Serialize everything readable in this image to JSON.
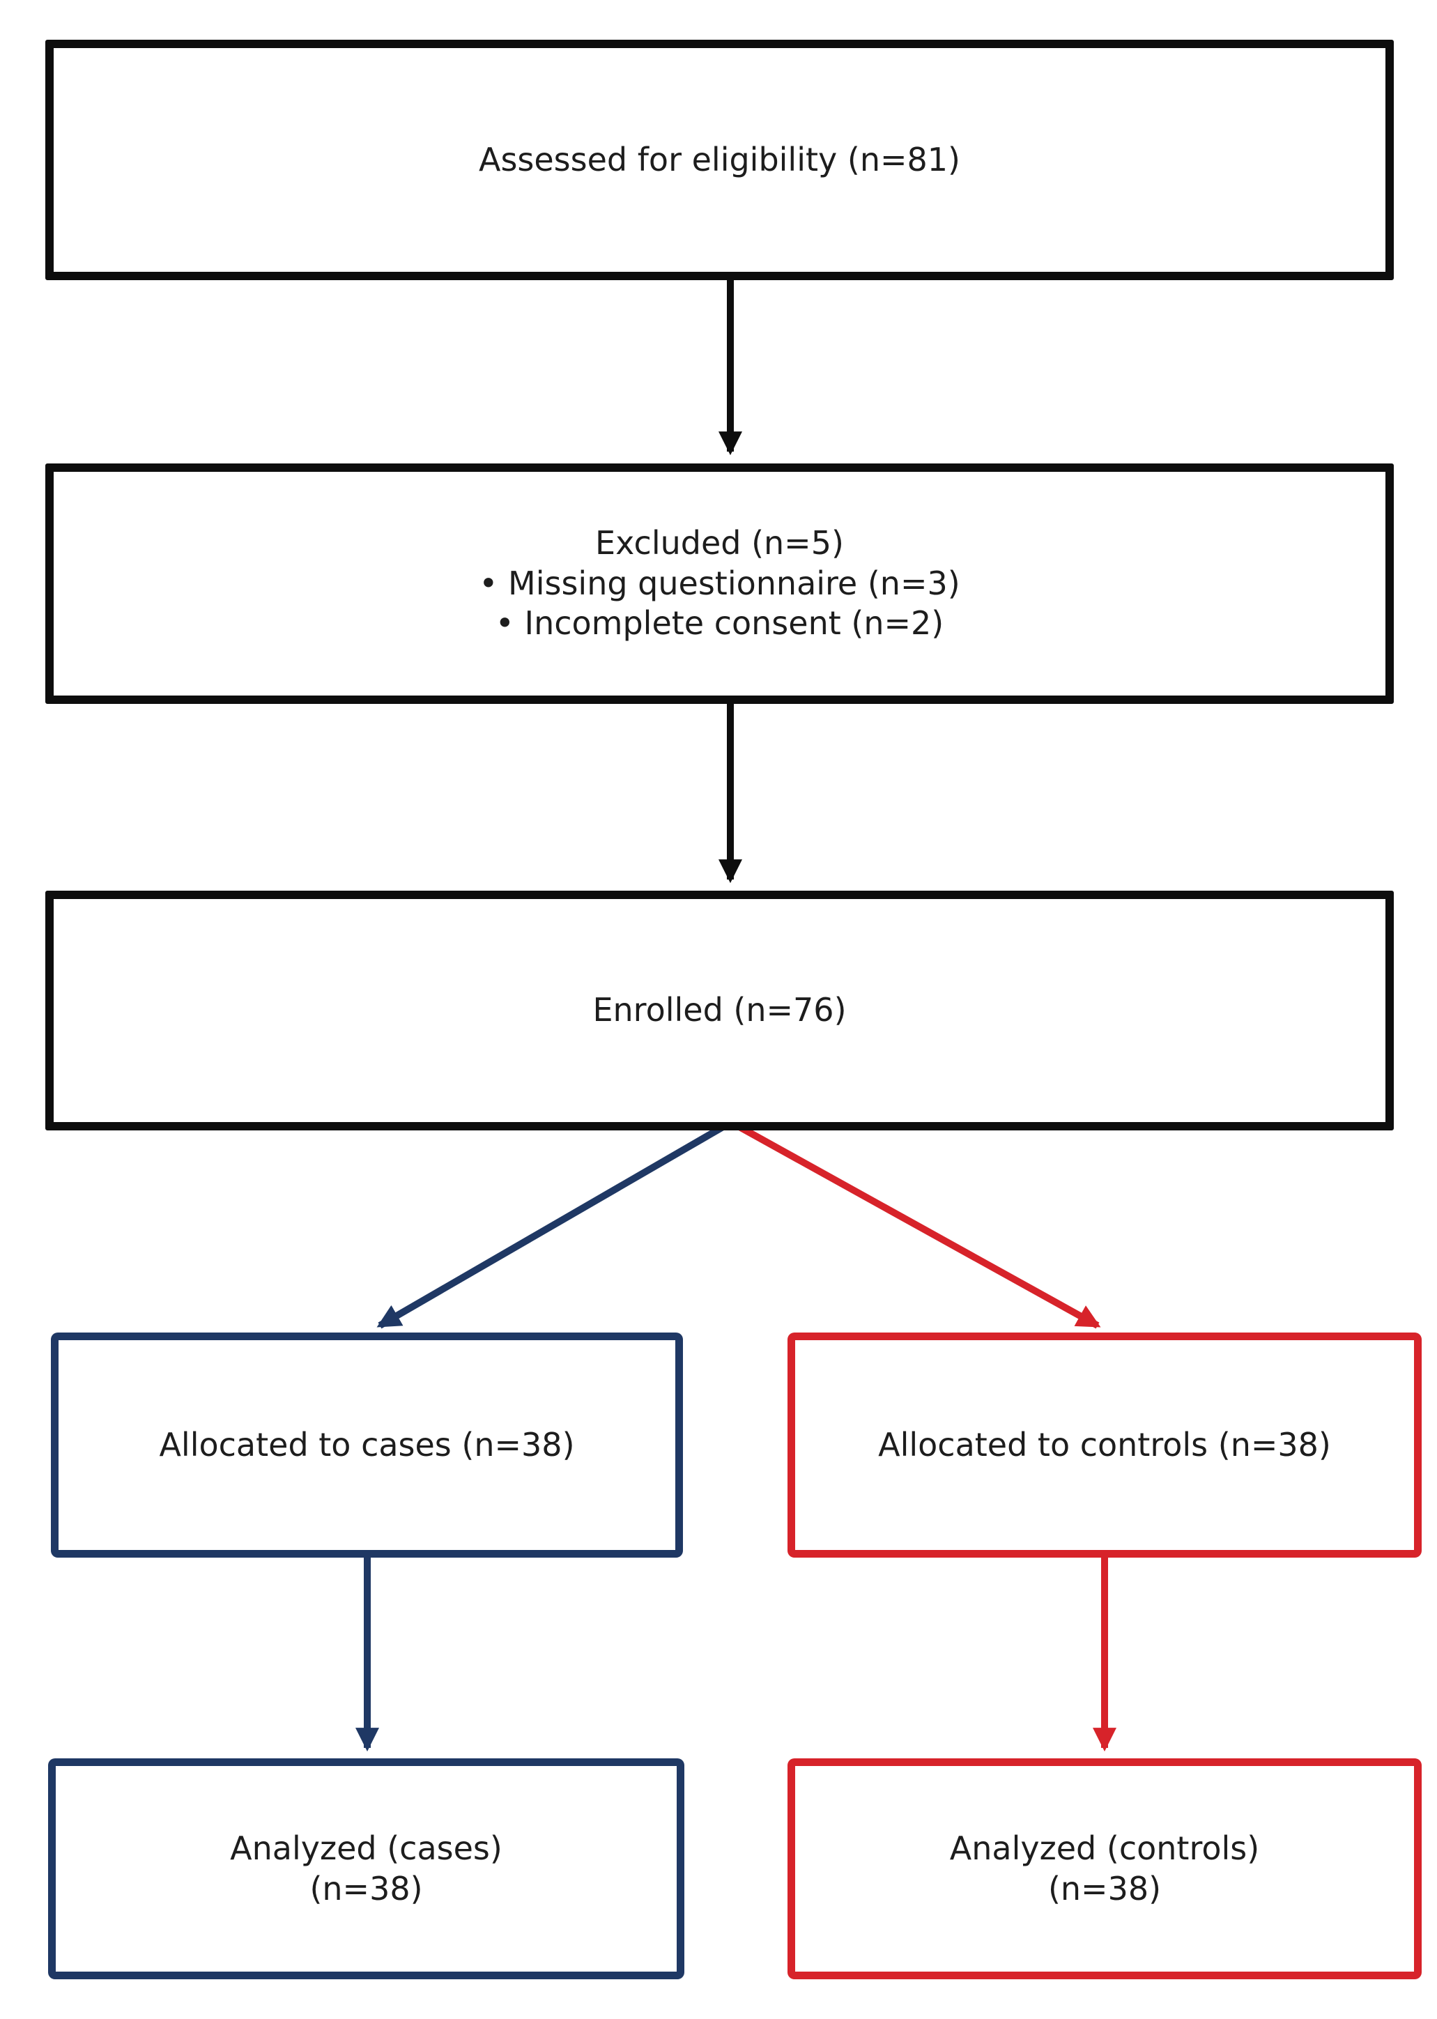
{
  "diagram": {
    "boxes": {
      "assessed": {
        "label": "Assessed for eligibility (n=81)"
      },
      "excluded": {
        "title": "Excluded (n=5)",
        "bullet1": "• Missing questionnaire (n=3)",
        "bullet2": "• Incomplete consent (n=2)"
      },
      "enrolled": {
        "label": "Enrolled (n=76)"
      },
      "allocated_cases": {
        "label": "Allocated to cases (n=38)"
      },
      "allocated_controls": {
        "label": "Allocated to controls (n=38)"
      },
      "analyzed_cases": {
        "line1": "Analyzed (cases)",
        "line2": "(n=38)"
      },
      "analyzed_controls": {
        "line1": "Analyzed (controls)",
        "line2": "(n=38)"
      }
    },
    "colors": {
      "black": "#0d0d0d",
      "navy": "#1f3864",
      "red": "#d7232a",
      "text": "#1d1d1d",
      "background": "#ffffff"
    }
  }
}
